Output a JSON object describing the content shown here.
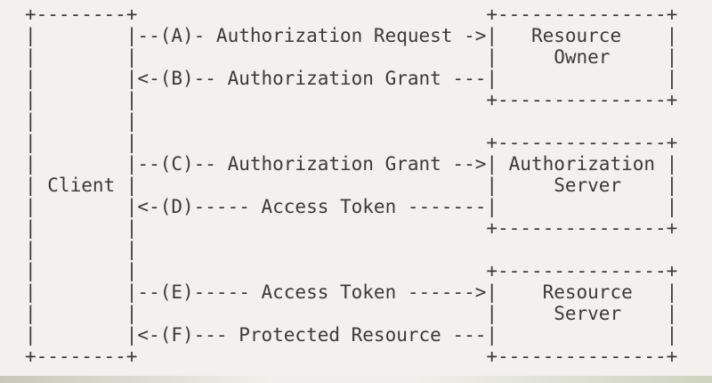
{
  "colors": {
    "background": "#f2f1ed",
    "text": "#3a3a3a",
    "bottom_edge_left": "#c8c8b9",
    "bottom_edge_right": "#ced3bf"
  },
  "diagram": {
    "lines": [
      "+--------+                               +---------------+",
      "|        |--(A)- Authorization Request ->|   Resource    |",
      "|        |                               |     Owner     |",
      "|        |<-(B)-- Authorization Grant ---|               |",
      "|        |                               +---------------+",
      "|        |",
      "|        |                               +---------------+",
      "|        |--(C)-- Authorization Grant -->| Authorization |",
      "| Client |                               |     Server    |",
      "|        |<-(D)----- Access Token -------|               |",
      "|        |                               +---------------+",
      "|        |",
      "|        |                               +---------------+",
      "|        |--(E)----- Access Token ------>|    Resource   |",
      "|        |                               |     Server    |",
      "|        |<-(F)--- Protected Resource ---|               |",
      "+--------+                               +---------------+"
    ]
  },
  "entities": {
    "client": "Client",
    "resource_owner": "Resource Owner",
    "authorization_server": "Authorization Server",
    "resource_server": "Resource Server"
  },
  "flows": [
    {
      "step": "A",
      "label": "Authorization Request",
      "arrow": "->",
      "from": "Client",
      "to": "Resource Owner"
    },
    {
      "step": "B",
      "label": "Authorization Grant",
      "arrow": "<-",
      "from": "Resource Owner",
      "to": "Client"
    },
    {
      "step": "C",
      "label": "Authorization Grant",
      "arrow": "->",
      "from": "Client",
      "to": "Authorization Server"
    },
    {
      "step": "D",
      "label": "Access Token",
      "arrow": "<-",
      "from": "Authorization Server",
      "to": "Client"
    },
    {
      "step": "E",
      "label": "Access Token",
      "arrow": "->",
      "from": "Client",
      "to": "Resource Server"
    },
    {
      "step": "F",
      "label": "Protected Resource",
      "arrow": "<-",
      "from": "Resource Server",
      "to": "Client"
    }
  ]
}
